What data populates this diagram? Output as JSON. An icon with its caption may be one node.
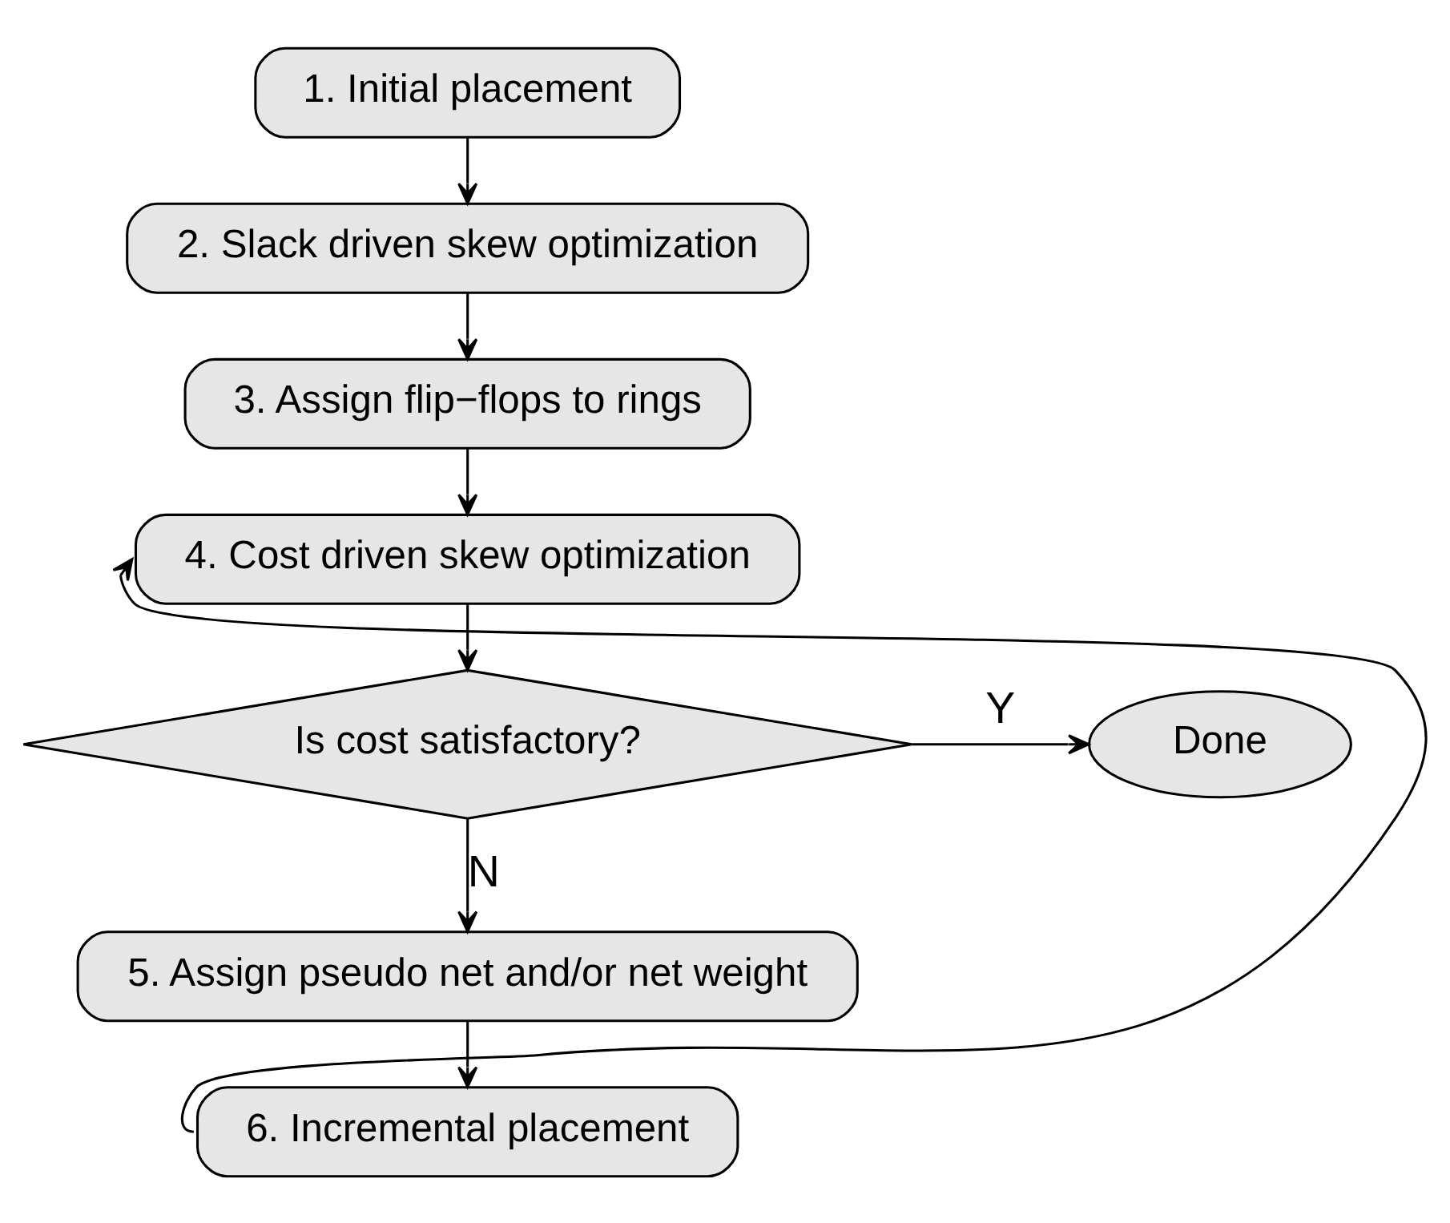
{
  "diagram": {
    "nodes": [
      {
        "text": [
          "1. Initial placement"
        ]
      },
      {
        "text": [
          "2. Slack driven skew optimization"
        ]
      },
      {
        "text": [
          "3. Assign flip−flops to rings"
        ]
      },
      {
        "text": [
          "4. Cost driven skew optimization"
        ]
      },
      {
        "text": [
          "Is cost satisfactory?"
        ]
      },
      {
        "text": [
          "Done"
        ]
      },
      {
        "text": [
          "5. Assign pseudo net and/or net weight"
        ]
      },
      {
        "text": [
          "6. Incremental placement"
        ]
      }
    ],
    "edges": [
      {
        "from": 0,
        "to": 1,
        "arrow": "to"
      },
      {
        "from": 1,
        "to": 2,
        "arrow": "to"
      },
      {
        "from": 2,
        "to": 3,
        "arrow": "to"
      },
      {
        "from": 3,
        "to": 4,
        "arrow": "to"
      },
      {
        "from": 4,
        "to": 5,
        "arrow": "to",
        "label": "Y"
      },
      {
        "from": 4,
        "to": 6,
        "arrow": "to",
        "label": "N"
      },
      {
        "from": 6,
        "to": 7,
        "arrow": "to"
      },
      {
        "from": 7,
        "to": 3,
        "arrow": "to"
      }
    ]
  }
}
